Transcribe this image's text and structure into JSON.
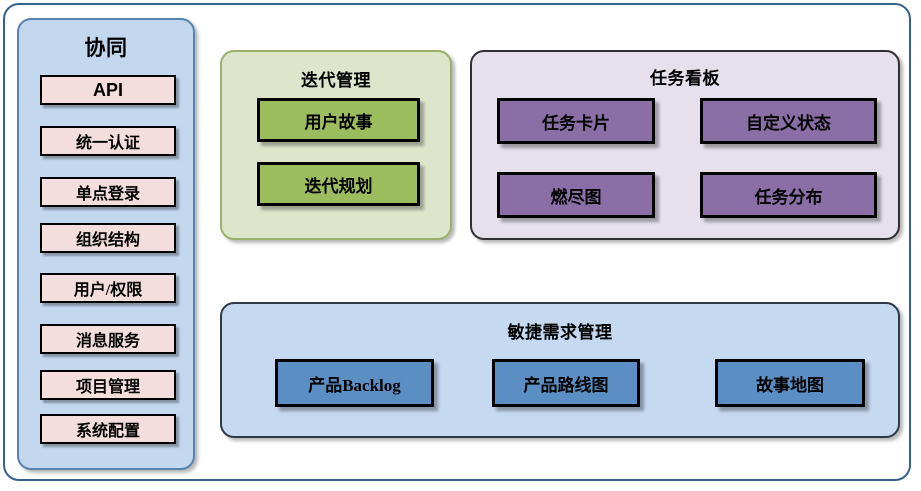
{
  "diagram": {
    "title_hidden": "",
    "colors": {
      "frame_border": "#35618d",
      "sidebar_bg": "#c3d7ef",
      "sidebar_item_bg": "#f3dedd",
      "iteration_bg": "#dde5cb",
      "iteration_card": "#9cbd5e",
      "taskboard_bg": "#e5e0ec",
      "taskboard_card": "#8a6ea5",
      "agile_bg": "#c5d9f1",
      "agile_card": "#5b8fc4"
    }
  },
  "sidebar": {
    "title": "协同",
    "items": [
      {
        "label": "API",
        "latin": true
      },
      {
        "label": "统一认证",
        "latin": false
      },
      {
        "label": "单点登录",
        "latin": false
      },
      {
        "label": "组织结构",
        "latin": false
      },
      {
        "label": "用户/权限",
        "latin": false
      },
      {
        "label": "消息服务",
        "latin": false
      },
      {
        "label": "项目管理",
        "latin": false
      },
      {
        "label": "系统配置",
        "latin": false
      }
    ]
  },
  "iteration": {
    "title": "迭代管理",
    "cards": [
      {
        "label": "用户故事"
      },
      {
        "label": "迭代规划"
      }
    ]
  },
  "taskboard": {
    "title": "任务看板",
    "cards": [
      {
        "label": "任务卡片"
      },
      {
        "label": "自定义状态"
      },
      {
        "label": "燃尽图"
      },
      {
        "label": "任务分布"
      }
    ]
  },
  "agile": {
    "title": "敏捷需求管理",
    "cards": [
      {
        "label": "产品Backlog"
      },
      {
        "label": "产品路线图"
      },
      {
        "label": "故事地图"
      }
    ]
  }
}
